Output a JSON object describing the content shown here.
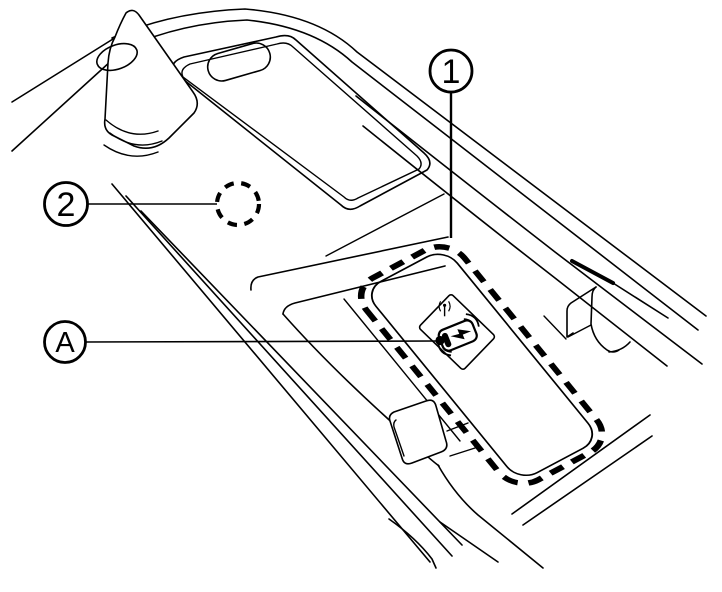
{
  "figure": {
    "background_color": "#ffffff",
    "line_color": "#000000",
    "callouts": {
      "one": {
        "label": "1"
      },
      "two": {
        "label": "2"
      },
      "a": {
        "label": "A"
      }
    },
    "icons": [
      "wireless-charging-phone-icon",
      "charging-bolt-icon",
      "antenna-waves-icon",
      "dashed-circle-marker",
      "dashed-pad-outline"
    ]
  }
}
